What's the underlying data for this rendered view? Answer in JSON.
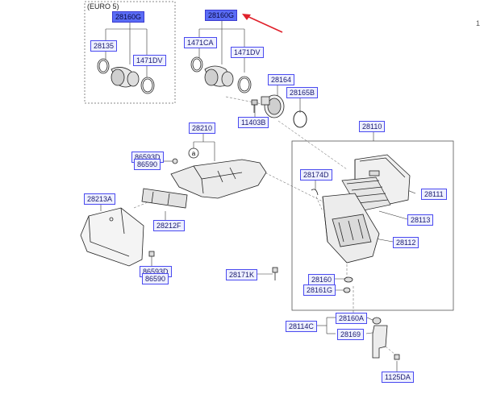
{
  "page": {
    "number": "1"
  },
  "euro_box": {
    "title": "(EURO 5)"
  },
  "labels": {
    "p28160G_euro": "28160G",
    "p28135": "28135",
    "p1471DV_euro": "1471DV",
    "p28160G_main": "28160G",
    "p1471CA": "1471CA",
    "p1471DV_main": "1471DV",
    "p28164": "28164",
    "p28165B": "28165B",
    "p11403B": "11403B",
    "p28110": "28110",
    "p28210": "28210",
    "p86593D_top": "86593D",
    "p86590_top": "86590",
    "p28174D": "28174D",
    "p28111": "28111",
    "p28113": "28113",
    "p28112": "28112",
    "p28213A": "28213A",
    "p28212F": "28212F",
    "p86593D_bot": "86593D",
    "p86590_bot": "86590",
    "p28171K": "28171K",
    "p28160": "28160",
    "p28161G": "28161G",
    "p28160A": "28160A",
    "p28114C": "28114C",
    "p28169": "28169",
    "p1125DA": "1125DA"
  },
  "ref_marker": "a",
  "colors": {
    "label_fill": "#eef0ff",
    "label_border": "#4a4af0",
    "selected_fill": "#5a6cf5",
    "arrow": "#e0212b"
  }
}
